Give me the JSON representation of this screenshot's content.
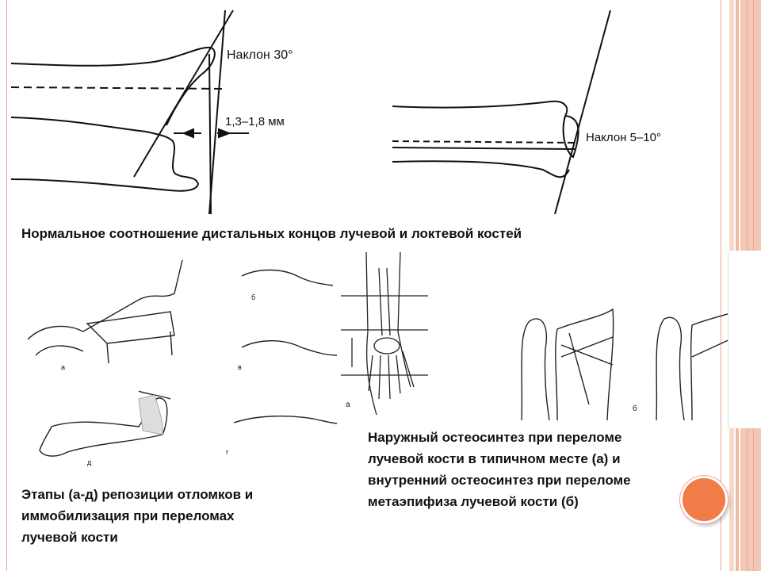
{
  "captions": {
    "top": "Нормальное соотношение дистальных концов лучевой и локтевой костей",
    "bottom_left": [
      "Этапы (а-д) репозиции отломков и",
      "иммобилизация при переломах",
      "лучевой кости"
    ],
    "bottom_right": [
      "Наружный остеосинтез при переломе",
      "лучевой кости в типичном месте (а) и",
      "внутренний остеосинтез при переломе",
      "метаэпифиза лучевой кости (б)"
    ]
  },
  "figure_labels": {
    "tilt_30": "Наклон 30°",
    "distance": "1,3–1,8 мм",
    "tilt_5_10": "Наклон 5–10°",
    "stage_a": "а",
    "stage_b": "б",
    "stage_v": "в",
    "stage_g": "г",
    "stage_d": "д",
    "hand_a": "а",
    "osteo_b": "б"
  },
  "colors": {
    "accent": "#f07c47",
    "border": "#e7a48c"
  }
}
